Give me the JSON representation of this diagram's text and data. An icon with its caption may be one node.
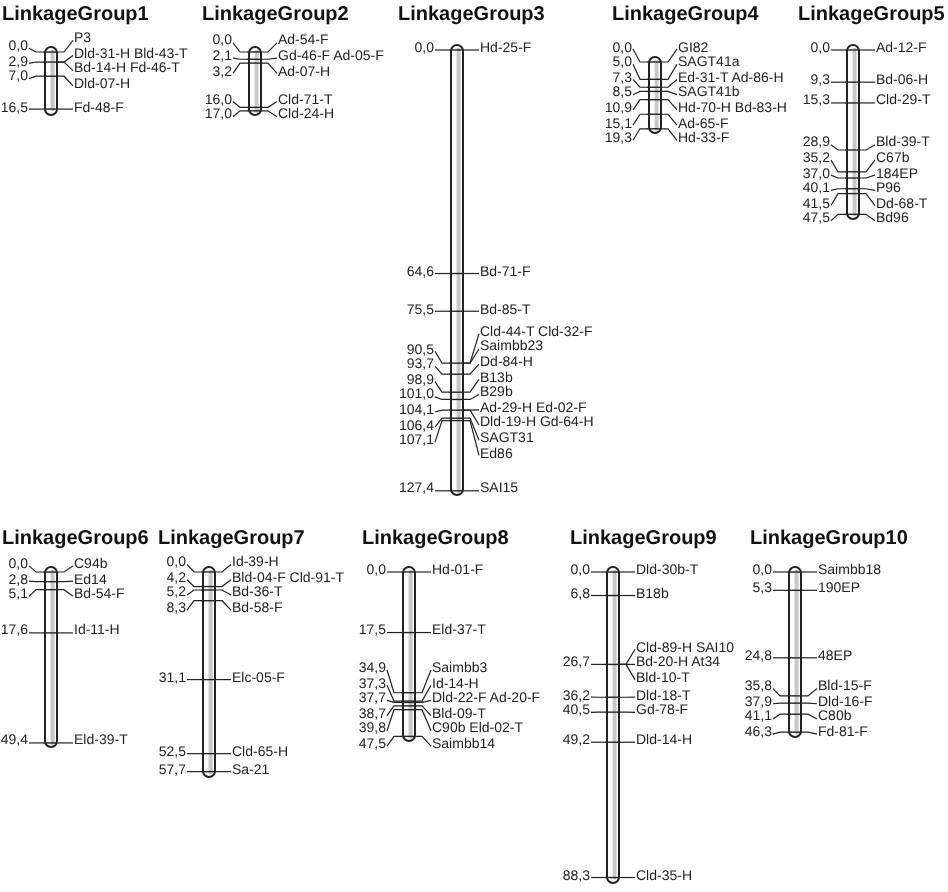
{
  "diagram": {
    "nodes": [
      {
        "text": [
          "LinkageGroup1"
        ],
        "beside": [
          "0,0",
          "2,9",
          "7,0",
          "16,5",
          "P3",
          "Dld-31-H Bld-43-T",
          "Bd-14-H Fd-46-T",
          "Dld-07-H",
          "Fd-48-F"
        ]
      },
      {
        "text": [
          "LinkageGroup2"
        ],
        "beside": [
          "0,0",
          "2,1",
          "3,2",
          "16,0",
          "17,0",
          "Ad-54-F",
          "Gd-46-F Ad-05-F",
          "Ad-07-H",
          "Cld-71-T",
          "Cld-24-H"
        ]
      },
      {
        "text": [
          "LinkageGroup3"
        ],
        "beside": [
          "0,0",
          "64,6",
          "75,5",
          "90,5",
          "93,7",
          "98,9",
          "101,0",
          "104,1",
          "106,4",
          "107,1",
          "127,4",
          "Hd-25-F",
          "Bd-71-F",
          "Bd-85-T",
          "Cld-44-T Cld-32-F",
          "Saimbb23",
          "Dd-84-H",
          "B13b",
          "B29b",
          "Ad-29-H Ed-02-F",
          "Dld-19-H Gd-64-H",
          "SAGT31",
          "Ed86",
          "SAI15"
        ]
      },
      {
        "text": [
          "LinkageGroup4"
        ],
        "beside": [
          "0,0",
          "5,0",
          "7,3",
          "8,5",
          "10,9",
          "15,1",
          "19,3",
          "GI82",
          "SAGT41a",
          "Ed-31-T Ad-86-H",
          "SAGT41b",
          "Hd-70-H Bd-83-H",
          "Ad-65-F",
          "Hd-33-F"
        ]
      },
      {
        "text": [
          "LinkageGroup5"
        ],
        "beside": [
          "0,0",
          "9,3",
          "15,3",
          "28,9",
          "35,2",
          "37,0",
          "40,1",
          "41,5",
          "47,5",
          "Ad-12-F",
          "Bd-06-H",
          "Cld-29-T",
          "Bld-39-T",
          "C67b",
          "184EP",
          "P96",
          "Dd-68-T",
          "Bd96"
        ]
      },
      {
        "text": [
          "LinkageGroup6"
        ],
        "beside": [
          "0,0",
          "2,8",
          "5,1",
          "17,6",
          "49,4",
          "C94b",
          "Ed14",
          "Bd-54-F",
          "Id-11-H",
          "Eld-39-T"
        ]
      },
      {
        "text": [
          "LinkageGroup7"
        ],
        "beside": [
          "0,0",
          "4,2",
          "5,2",
          "8,3",
          "31,1",
          "52,5",
          "57,7",
          "Id-39-H",
          "Bld-04-F Cld-91-T",
          "Bd-36-T",
          "Bd-58-F",
          "Elc-05-F",
          "Cld-65-H",
          "Sa-21"
        ]
      },
      {
        "text": [
          "LinkageGroup8"
        ],
        "beside": [
          "0,0",
          "17,5",
          "34,9",
          "37,3",
          "37,7",
          "38,7",
          "39,8",
          "47,5",
          "Hd-01-F",
          "Eld-37-T",
          "Saimbb3",
          "Id-14-H",
          "Dld-22-F Ad-20-F",
          "Bld-09-T",
          "C90b Eld-02-T",
          "Saimbb14"
        ]
      },
      {
        "text": [
          "LinkageGroup9"
        ],
        "beside": [
          "0,0",
          "6,8",
          "26,7",
          "36,2",
          "40,5",
          "49,2",
          "88,3",
          "Dld-30b-T",
          "B18b",
          "Cld-89-H SAI10",
          "Bd-20-H At34",
          "Bld-10-T",
          "Dld-18-T",
          "Gd-78-F",
          "Dld-14-H",
          "Cld-35-H"
        ]
      },
      {
        "text": [
          "LinkageGroup10"
        ],
        "beside": [
          "0,0",
          "5,3",
          "24,8",
          "35,8",
          "37,9",
          "41,1",
          "46,3",
          "Saimbb18",
          "190EP",
          "48EP",
          "Bld-15-F",
          "Dld-16-F",
          "C80b",
          "Fd-81-F"
        ]
      }
    ]
  }
}
